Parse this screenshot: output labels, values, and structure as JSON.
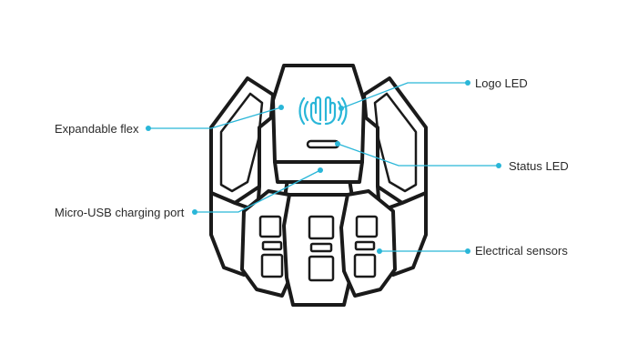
{
  "labels": {
    "logo_led": "Logo LED",
    "expandable_flex": "Expandable flex",
    "status_led": "Status LED",
    "micro_usb": "Micro-USB charging port",
    "electrical_sensors": "Electrical sensors"
  },
  "colors": {
    "outline": "#1a1a1a",
    "accent": "#29b6d8",
    "text": "#2a2a2a",
    "background": "#ffffff"
  },
  "icons": {
    "logo": "wireless-hands-icon"
  }
}
